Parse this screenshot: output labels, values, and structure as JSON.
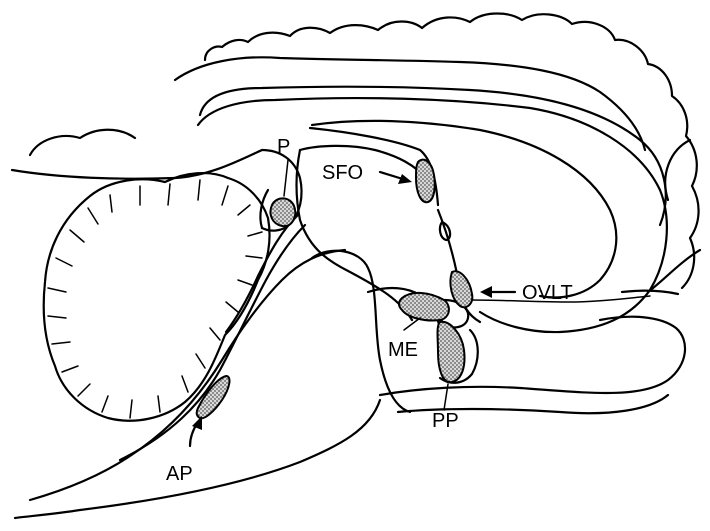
{
  "labels": {
    "p": "P",
    "sfo": "SFO",
    "ovlt": "OVLT",
    "me": "ME",
    "pp": "PP",
    "ap": "AP"
  }
}
